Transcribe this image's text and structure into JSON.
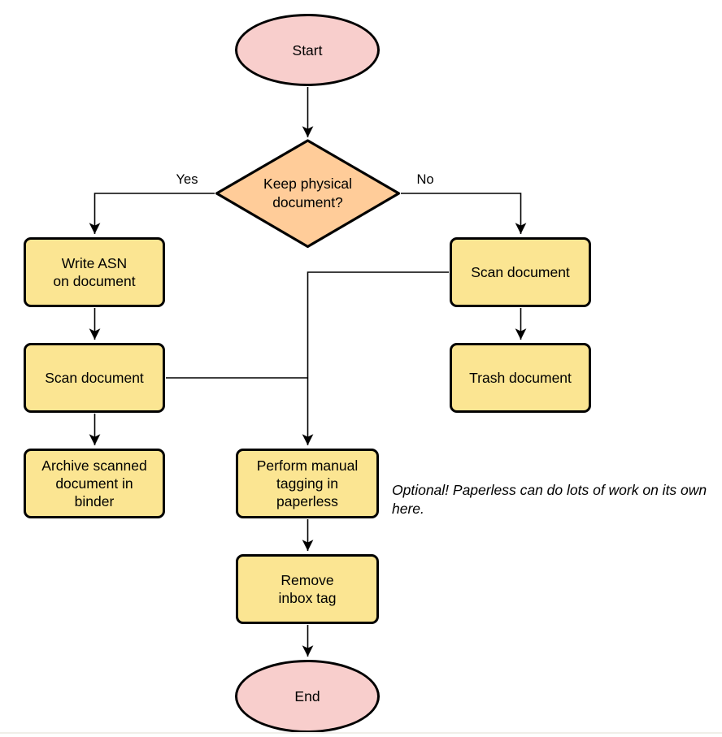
{
  "colors": {
    "pink": "#F8CECC",
    "peach": "#FFCC99",
    "yellow": "#FBE592",
    "stroke": "#000000",
    "line": "#000000"
  },
  "nodes": {
    "start": {
      "label": "Start"
    },
    "decision": {
      "lines": [
        "Keep physical",
        "document?"
      ]
    },
    "write_asn": {
      "lines": [
        "Write ASN",
        "on document"
      ]
    },
    "scan_left": {
      "lines": [
        "Scan document"
      ]
    },
    "archive": {
      "lines": [
        "Archive scanned",
        "document in",
        "binder"
      ]
    },
    "scan_right": {
      "lines": [
        "Scan document"
      ]
    },
    "trash": {
      "lines": [
        "Trash document"
      ]
    },
    "tagging": {
      "lines": [
        "Perform manual",
        "tagging in",
        "paperless"
      ]
    },
    "remove_inbox": {
      "lines": [
        "Remove",
        "inbox tag"
      ]
    },
    "end": {
      "label": "End"
    }
  },
  "edge_labels": {
    "yes": "Yes",
    "no": "No"
  },
  "note": {
    "text": "Optional! Paperless can do lots of work on its own here."
  }
}
